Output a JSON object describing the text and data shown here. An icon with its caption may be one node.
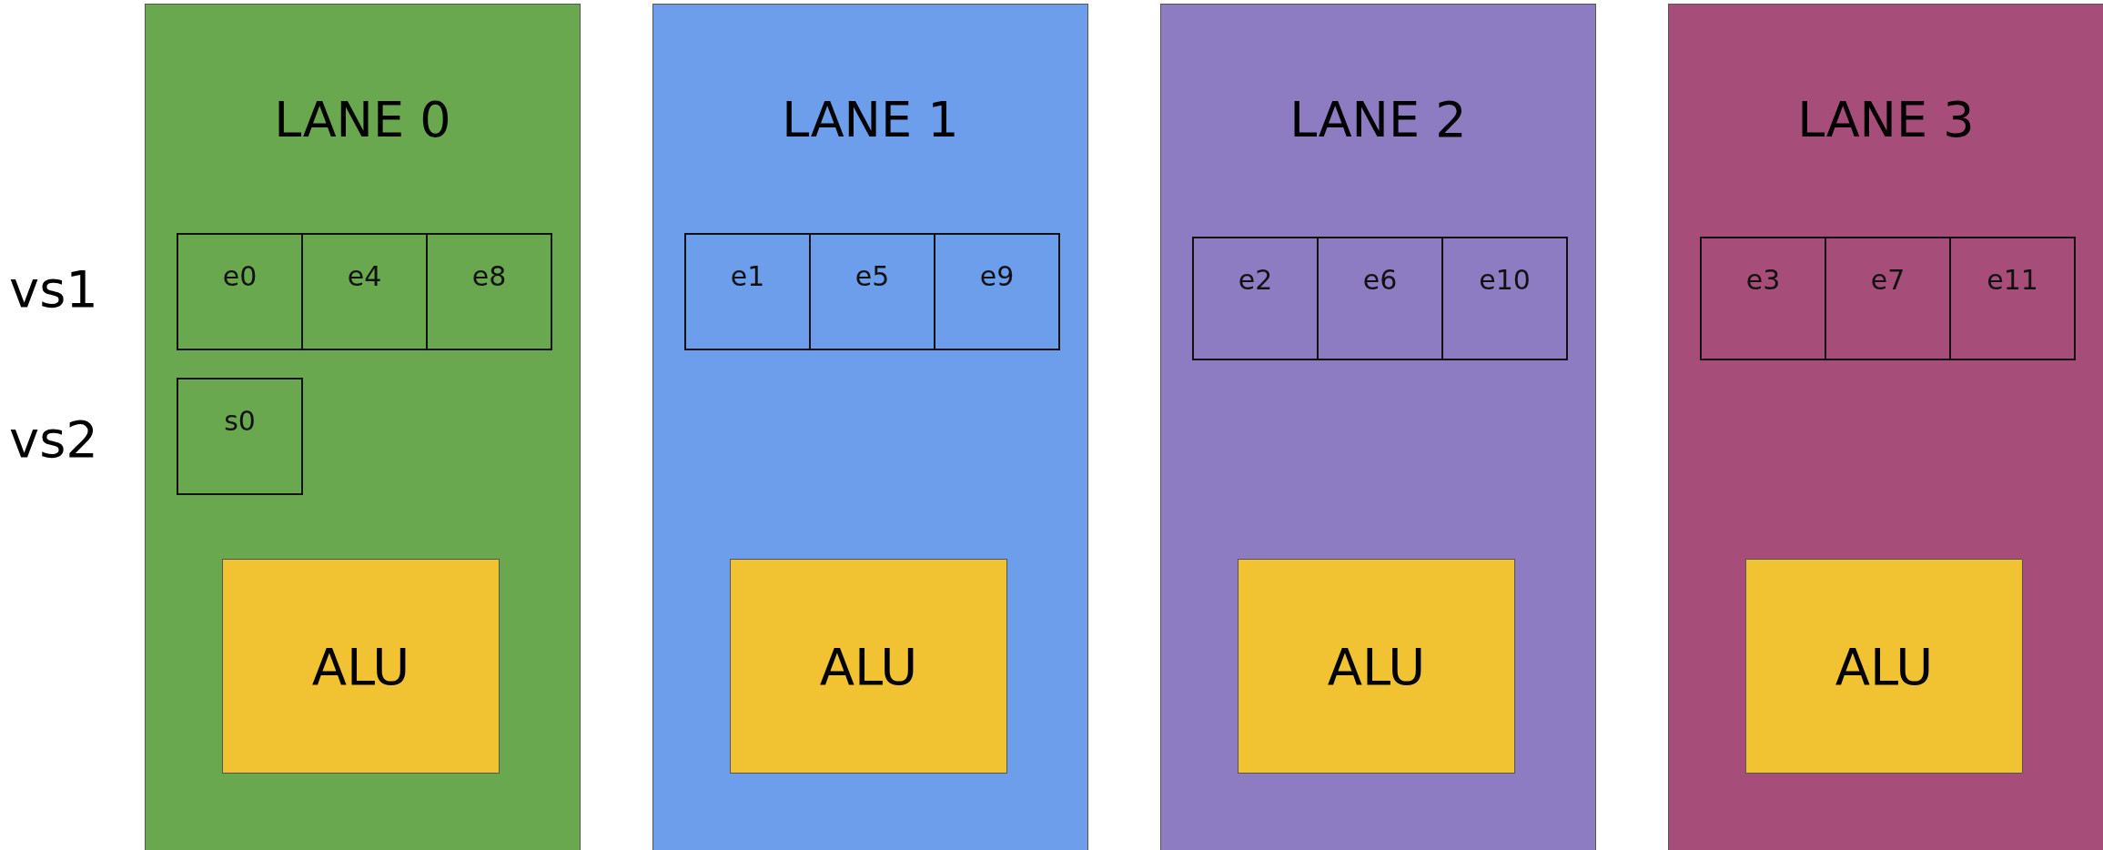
{
  "diagram": {
    "nodes": [
      {
        "text": [
          "LANE 0"
        ]
      },
      {
        "text": [
          "e0"
        ],
        "in": 0
      },
      {
        "text": [
          "e4"
        ],
        "in": 0
      },
      {
        "text": [
          "e8"
        ],
        "in": 0
      },
      {
        "text": [
          "s0"
        ],
        "in": 0
      },
      {
        "text": [
          "ALU"
        ],
        "in": 0
      },
      {
        "text": [
          "LANE 1"
        ]
      },
      {
        "text": [
          "e1"
        ],
        "in": 6
      },
      {
        "text": [
          "e5"
        ],
        "in": 6
      },
      {
        "text": [
          "e9"
        ],
        "in": 6
      },
      {
        "text": [
          "ALU"
        ],
        "in": 6
      },
      {
        "text": [
          "LANE 2"
        ]
      },
      {
        "text": [
          "e2"
        ],
        "in": 11
      },
      {
        "text": [
          "e6"
        ],
        "in": 11
      },
      {
        "text": [
          "e10"
        ],
        "in": 11
      },
      {
        "text": [
          "ALU"
        ],
        "in": 11
      },
      {
        "text": [
          "LANE 3"
        ]
      },
      {
        "text": [
          "e3"
        ],
        "in": 16
      },
      {
        "text": [
          "e7"
        ],
        "in": 16
      },
      {
        "text": [
          "e11"
        ],
        "in": 16
      },
      {
        "text": [
          "ALU"
        ],
        "in": 16
      }
    ],
    "edges": [],
    "labels": [
      "vs1",
      "vs2"
    ]
  }
}
